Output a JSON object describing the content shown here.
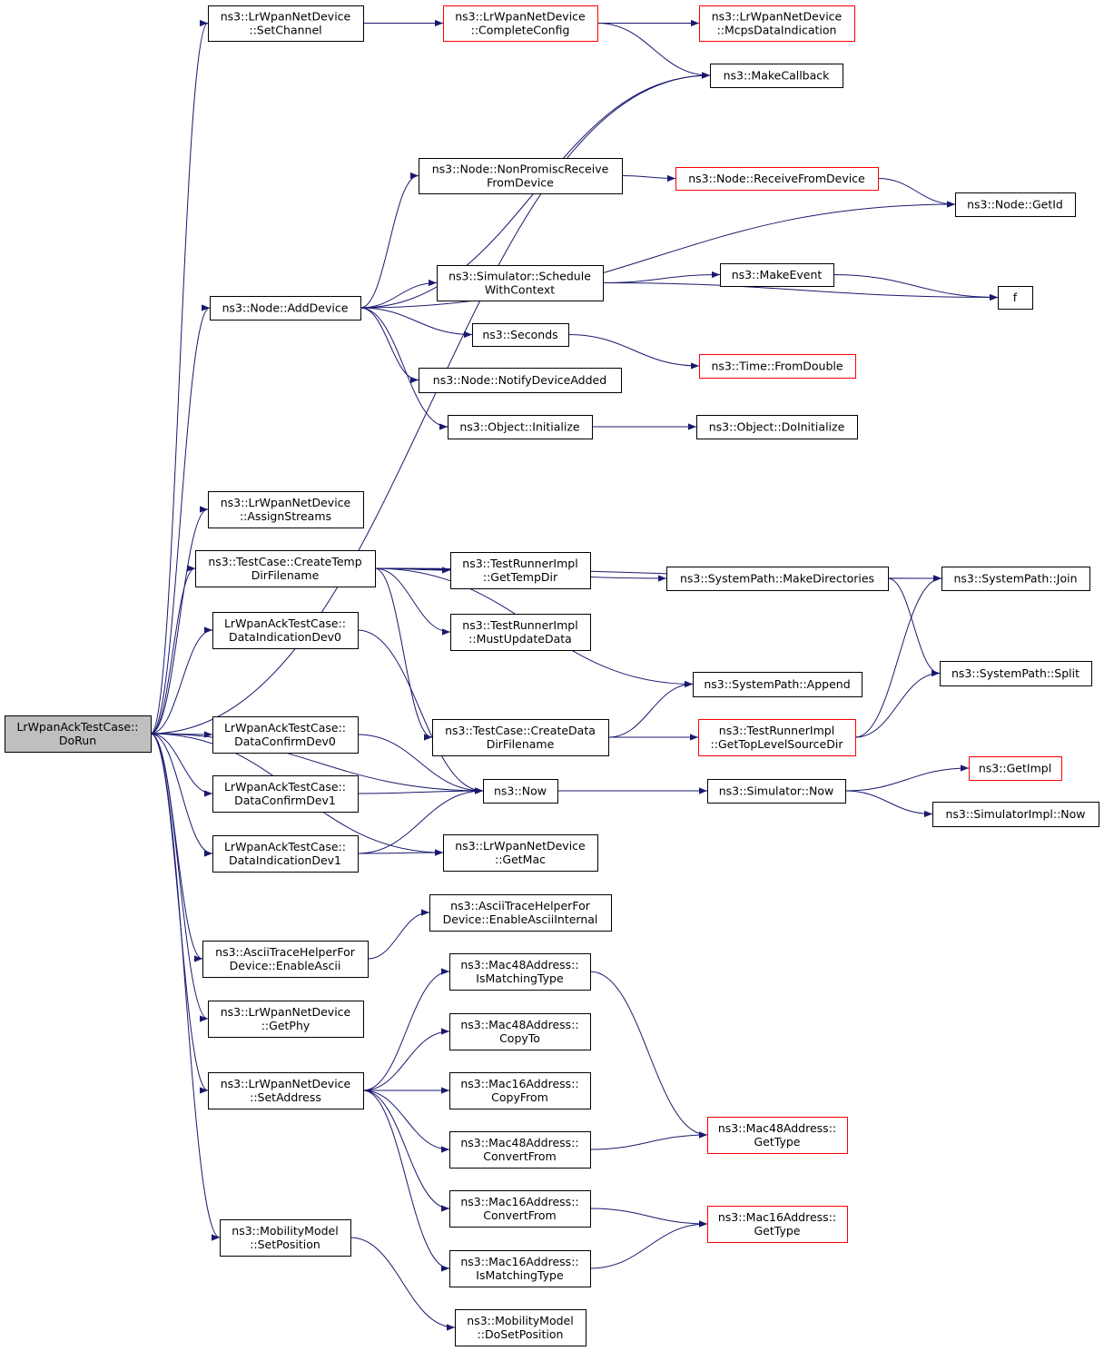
{
  "colors": {
    "edge": "#191970",
    "root_fill": "#bfbfbf",
    "red_border": "#ff0000",
    "border": "#000000"
  },
  "nodes": {
    "dorun": {
      "lines": [
        "LrWpanAckTestCase::",
        "DoRun"
      ]
    },
    "setchannel": {
      "lines": [
        "ns3::LrWpanNetDevice",
        "::SetChannel"
      ]
    },
    "completeconfig": {
      "lines": [
        "ns3::LrWpanNetDevice",
        "::CompleteConfig"
      ]
    },
    "mcps": {
      "lines": [
        "ns3::LrWpanNetDevice",
        "::McpsDataIndication"
      ]
    },
    "makecallback": {
      "lines": [
        "ns3::MakeCallback"
      ]
    },
    "nonpromisc": {
      "lines": [
        "ns3::Node::NonPromiscReceive",
        "FromDevice"
      ]
    },
    "receivefromdevice": {
      "lines": [
        "ns3::Node::ReceiveFromDevice"
      ]
    },
    "getid": {
      "lines": [
        "ns3::Node::GetId"
      ]
    },
    "schedulewc": {
      "lines": [
        "ns3::Simulator::Schedule",
        "WithContext"
      ]
    },
    "makeevent": {
      "lines": [
        "ns3::MakeEvent"
      ]
    },
    "f": {
      "lines": [
        "f"
      ]
    },
    "adddevice": {
      "lines": [
        "ns3::Node::AddDevice"
      ]
    },
    "seconds": {
      "lines": [
        "ns3::Seconds"
      ]
    },
    "fromdouble": {
      "lines": [
        "ns3::Time::FromDouble"
      ]
    },
    "notifydevadded": {
      "lines": [
        "ns3::Node::NotifyDeviceAdded"
      ]
    },
    "objinit": {
      "lines": [
        "ns3::Object::Initialize"
      ]
    },
    "doinit": {
      "lines": [
        "ns3::Object::DoInitialize"
      ]
    },
    "assignstreams": {
      "lines": [
        "ns3::LrWpanNetDevice",
        "::AssignStreams"
      ]
    },
    "createtemp": {
      "lines": [
        "ns3::TestCase::CreateTemp",
        "DirFilename"
      ]
    },
    "gettempdir": {
      "lines": [
        "ns3::TestRunnerImpl",
        "::GetTempDir"
      ]
    },
    "makedirs": {
      "lines": [
        "ns3::SystemPath::MakeDirectories"
      ]
    },
    "join": {
      "lines": [
        "ns3::SystemPath::Join"
      ]
    },
    "mustupdate": {
      "lines": [
        "ns3::TestRunnerImpl",
        "::MustUpdateData"
      ]
    },
    "dataind0": {
      "lines": [
        "LrWpanAckTestCase::",
        "DataIndicationDev0"
      ]
    },
    "append": {
      "lines": [
        "ns3::SystemPath::Append"
      ]
    },
    "split": {
      "lines": [
        "ns3::SystemPath::Split"
      ]
    },
    "createdata": {
      "lines": [
        "ns3::TestCase::CreateData",
        "DirFilename"
      ]
    },
    "gettoplevel": {
      "lines": [
        "ns3::TestRunnerImpl",
        "::GetTopLevelSourceDir"
      ]
    },
    "dataconf0": {
      "lines": [
        "LrWpanAckTestCase::",
        "DataConfirmDev0"
      ]
    },
    "now": {
      "lines": [
        "ns3::Now"
      ]
    },
    "simnow": {
      "lines": [
        "ns3::Simulator::Now"
      ]
    },
    "getimpl": {
      "lines": [
        "ns3::GetImpl"
      ]
    },
    "simimplnow": {
      "lines": [
        "ns3::SimulatorImpl::Now"
      ]
    },
    "dataconf1": {
      "lines": [
        "LrWpanAckTestCase::",
        "DataConfirmDev1"
      ]
    },
    "dataind1": {
      "lines": [
        "LrWpanAckTestCase::",
        "DataIndicationDev1"
      ]
    },
    "getmac": {
      "lines": [
        "ns3::LrWpanNetDevice",
        "::GetMac"
      ]
    },
    "enableasciiint": {
      "lines": [
        "ns3::AsciiTraceHelperFor",
        "Device::EnableAsciiInternal"
      ]
    },
    "enableascii": {
      "lines": [
        "ns3::AsciiTraceHelperFor",
        "Device::EnableAscii"
      ]
    },
    "m48ismatch": {
      "lines": [
        "ns3::Mac48Address::",
        "IsMatchingType"
      ]
    },
    "getphy": {
      "lines": [
        "ns3::LrWpanNetDevice",
        "::GetPhy"
      ]
    },
    "m48copyto": {
      "lines": [
        "ns3::Mac48Address::",
        "CopyTo"
      ]
    },
    "setaddress": {
      "lines": [
        "ns3::LrWpanNetDevice",
        "::SetAddress"
      ]
    },
    "m16copyfrom": {
      "lines": [
        "ns3::Mac16Address::",
        "CopyFrom"
      ]
    },
    "m48gettype": {
      "lines": [
        "ns3::Mac48Address::",
        "GetType"
      ]
    },
    "m48convert": {
      "lines": [
        "ns3::Mac48Address::",
        "ConvertFrom"
      ]
    },
    "m16convert": {
      "lines": [
        "ns3::Mac16Address::",
        "ConvertFrom"
      ]
    },
    "m16gettype": {
      "lines": [
        "ns3::Mac16Address::",
        "GetType"
      ]
    },
    "setposition": {
      "lines": [
        "ns3::MobilityModel",
        "::SetPosition"
      ]
    },
    "m16ismatch": {
      "lines": [
        "ns3::Mac16Address::",
        "IsMatchingType"
      ]
    },
    "dosetposition": {
      "lines": [
        "ns3::MobilityModel",
        "::DoSetPosition"
      ]
    }
  },
  "edges": [
    [
      "dorun",
      "setchannel"
    ],
    [
      "setchannel",
      "completeconfig"
    ],
    [
      "completeconfig",
      "mcps"
    ],
    [
      "completeconfig",
      "makecallback"
    ],
    [
      "dorun",
      "makecallback"
    ],
    [
      "dorun",
      "adddevice"
    ],
    [
      "adddevice",
      "makecallback"
    ],
    [
      "adddevice",
      "nonpromisc"
    ],
    [
      "nonpromisc",
      "receivefromdevice"
    ],
    [
      "receivefromdevice",
      "getid"
    ],
    [
      "adddevice",
      "getid"
    ],
    [
      "adddevice",
      "schedulewc"
    ],
    [
      "schedulewc",
      "makeevent"
    ],
    [
      "schedulewc",
      "f"
    ],
    [
      "makeevent",
      "f"
    ],
    [
      "adddevice",
      "seconds"
    ],
    [
      "seconds",
      "fromdouble"
    ],
    [
      "adddevice",
      "notifydevadded"
    ],
    [
      "adddevice",
      "objinit"
    ],
    [
      "objinit",
      "doinit"
    ],
    [
      "dorun",
      "assignstreams"
    ],
    [
      "dorun",
      "createtemp"
    ],
    [
      "createtemp",
      "join"
    ],
    [
      "createtemp",
      "makedirs"
    ],
    [
      "createtemp",
      "gettempdir"
    ],
    [
      "createtemp",
      "mustupdate"
    ],
    [
      "createtemp",
      "append"
    ],
    [
      "createtemp",
      "createdata"
    ],
    [
      "makedirs",
      "join"
    ],
    [
      "makedirs",
      "split"
    ],
    [
      "createdata",
      "append"
    ],
    [
      "createdata",
      "gettoplevel"
    ],
    [
      "gettoplevel",
      "join"
    ],
    [
      "gettoplevel",
      "split"
    ],
    [
      "dorun",
      "dataind0"
    ],
    [
      "dataind0",
      "now"
    ],
    [
      "dorun",
      "now"
    ],
    [
      "dorun",
      "dataconf0"
    ],
    [
      "dataconf0",
      "now"
    ],
    [
      "dorun",
      "dataconf1"
    ],
    [
      "dataconf1",
      "now"
    ],
    [
      "dorun",
      "dataind1"
    ],
    [
      "dataind1",
      "now"
    ],
    [
      "dataind1",
      "getmac"
    ],
    [
      "dorun",
      "getmac"
    ],
    [
      "now",
      "simnow"
    ],
    [
      "simnow",
      "getimpl"
    ],
    [
      "simnow",
      "simimplnow"
    ],
    [
      "dorun",
      "enableascii"
    ],
    [
      "enableascii",
      "enableasciiint"
    ],
    [
      "dorun",
      "getphy"
    ],
    [
      "dorun",
      "setaddress"
    ],
    [
      "setaddress",
      "m48ismatch"
    ],
    [
      "setaddress",
      "m48copyto"
    ],
    [
      "setaddress",
      "m16copyfrom"
    ],
    [
      "setaddress",
      "m48convert"
    ],
    [
      "setaddress",
      "m16convert"
    ],
    [
      "setaddress",
      "m16ismatch"
    ],
    [
      "m48ismatch",
      "m48gettype"
    ],
    [
      "m48convert",
      "m48gettype"
    ],
    [
      "m16convert",
      "m16gettype"
    ],
    [
      "m16ismatch",
      "m16gettype"
    ],
    [
      "dorun",
      "setposition"
    ],
    [
      "setposition",
      "dosetposition"
    ]
  ]
}
